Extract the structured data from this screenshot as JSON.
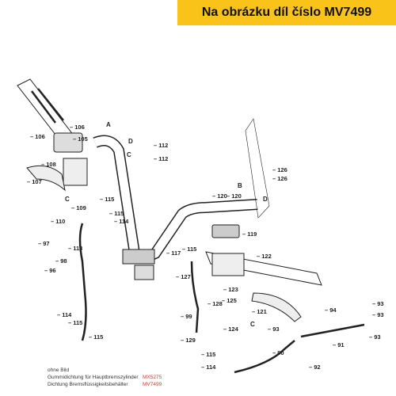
{
  "banner": {
    "text": "Na obrázku díl číslo MV7499",
    "color": "#f9c31a"
  },
  "callouts": [
    {
      "id": "c106a",
      "label": "106"
    },
    {
      "id": "c106b",
      "label": "106"
    },
    {
      "id": "c105",
      "label": "105"
    },
    {
      "id": "c108",
      "label": "108"
    },
    {
      "id": "c107",
      "label": "107"
    },
    {
      "id": "c109",
      "label": "109"
    },
    {
      "id": "c115a",
      "label": "115"
    },
    {
      "id": "c110",
      "label": "110"
    },
    {
      "id": "c115b",
      "label": "115"
    },
    {
      "id": "c114a",
      "label": "114"
    },
    {
      "id": "c113",
      "label": "113"
    },
    {
      "id": "c112a",
      "label": "112"
    },
    {
      "id": "c112b",
      "label": "112"
    },
    {
      "id": "c126a",
      "label": "126"
    },
    {
      "id": "c126b",
      "label": "126"
    },
    {
      "id": "c120a",
      "label": "120"
    },
    {
      "id": "c120b",
      "label": "120"
    },
    {
      "id": "c119",
      "label": "119"
    },
    {
      "id": "c122",
      "label": "122"
    },
    {
      "id": "c97",
      "label": "97"
    },
    {
      "id": "c98",
      "label": "98"
    },
    {
      "id": "c96",
      "label": "96"
    },
    {
      "id": "c117",
      "label": "117"
    },
    {
      "id": "c115c",
      "label": "115"
    },
    {
      "id": "c127",
      "label": "127"
    },
    {
      "id": "c123",
      "label": "123"
    },
    {
      "id": "c125",
      "label": "125"
    },
    {
      "id": "c121",
      "label": "121"
    },
    {
      "id": "c128",
      "label": "128"
    },
    {
      "id": "c124",
      "label": "124"
    },
    {
      "id": "c99",
      "label": "99"
    },
    {
      "id": "c94",
      "label": "94"
    },
    {
      "id": "c93a",
      "label": "93"
    },
    {
      "id": "c93b",
      "label": "93"
    },
    {
      "id": "c93c",
      "label": "93"
    },
    {
      "id": "c93d",
      "label": "93"
    },
    {
      "id": "c114b",
      "label": "114"
    },
    {
      "id": "c115d",
      "label": "115"
    },
    {
      "id": "c115e",
      "label": "115"
    },
    {
      "id": "c129",
      "label": "129"
    },
    {
      "id": "c115f",
      "label": "115"
    },
    {
      "id": "c114c",
      "label": "114"
    },
    {
      "id": "c90",
      "label": "90"
    },
    {
      "id": "c91",
      "label": "91"
    },
    {
      "id": "c92",
      "label": "92"
    }
  ],
  "letters": [
    {
      "id": "lA",
      "label": "A"
    },
    {
      "id": "lB",
      "label": "B"
    },
    {
      "id": "lC1",
      "label": "C"
    },
    {
      "id": "lD1",
      "label": "D"
    },
    {
      "id": "lC2",
      "label": "C"
    },
    {
      "id": "lD2",
      "label": "D"
    },
    {
      "id": "lC3",
      "label": "C"
    }
  ],
  "footnote": {
    "heading": "ohne Bild",
    "rows": [
      {
        "desc": "Gummidichtung für Hauptbremszylinder",
        "part": "MX5275"
      },
      {
        "desc": "Dichtung Bremsflüssigkeitsbehälter",
        "part": "MV7499"
      }
    ]
  }
}
